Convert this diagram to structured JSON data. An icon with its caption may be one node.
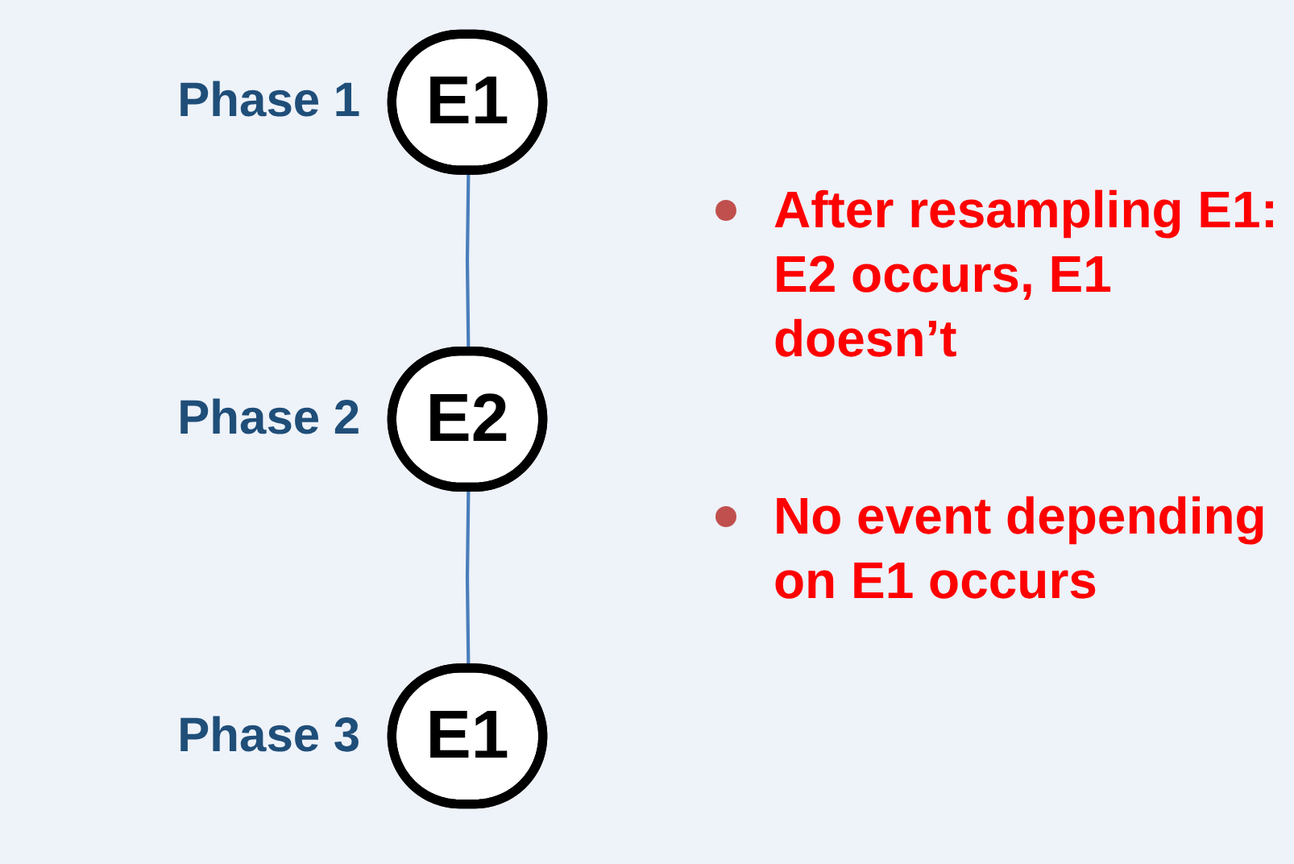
{
  "diagram": {
    "nodes": [
      {
        "text": [
          "E1"
        ],
        "beside": [
          "Phase 1"
        ]
      },
      {
        "text": [
          "E2"
        ],
        "beside": [
          "Phase 2"
        ]
      },
      {
        "text": [
          "E1"
        ],
        "beside": [
          "Phase 3"
        ]
      }
    ],
    "edges": [
      {
        "from": 0,
        "to": 1,
        "arrow": "none",
        "color": "#4a7ebb"
      },
      {
        "from": 1,
        "to": 2,
        "arrow": "none",
        "color": "#4a7ebb"
      }
    ],
    "labels": [
      "After resampling E1: E2 occurs, E1 doesn’t",
      "No event depending on E1 occurs"
    ]
  }
}
